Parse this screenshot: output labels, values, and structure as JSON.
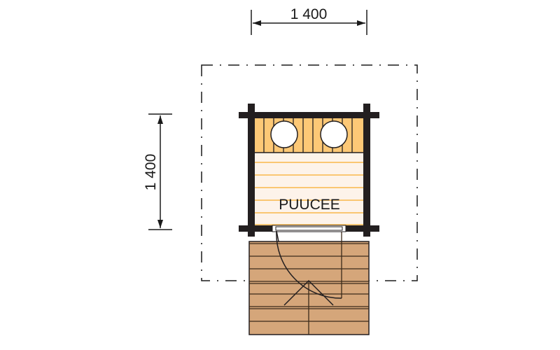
{
  "drawing": {
    "room_label": "PUUCEE",
    "dimension_horizontal": "1 400",
    "dimension_vertical": "1 400"
  },
  "colors": {
    "wall": "#231f20",
    "bench": "#fdc876",
    "floor": "#fdf3ea",
    "floor_lines": "#f9b74a",
    "deck": "#d5a67a",
    "deck_lines": "#3b2a1a",
    "line": "#1a1a1a"
  }
}
